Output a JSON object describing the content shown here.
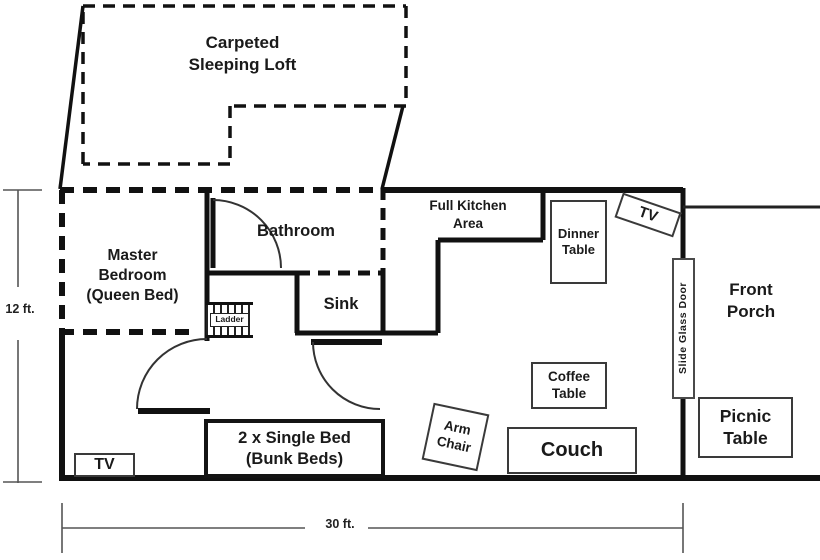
{
  "floorplan": {
    "loft": {
      "line1": "Carpeted",
      "line2": "Sleeping Loft"
    },
    "rooms": {
      "master_bedroom": {
        "line1": "Master",
        "line2": "Bedroom",
        "line3": "(Queen Bed)"
      },
      "bathroom": {
        "label": "Bathroom"
      },
      "sink": {
        "label": "Sink"
      },
      "kitchen": {
        "line1": "Full Kitchen",
        "line2": "Area"
      },
      "front_porch": {
        "line1": "Front",
        "line2": "Porch"
      }
    },
    "furniture": {
      "dinner_table": {
        "line1": "Dinner",
        "line2": "Table"
      },
      "tv_top": {
        "label": "TV"
      },
      "slide_glass_door": {
        "label": "Slide Glass Door"
      },
      "coffee_table": {
        "line1": "Coffee",
        "line2": "Table"
      },
      "couch": {
        "label": "Couch"
      },
      "arm_chair": {
        "line1": "Arm",
        "line2": "Chair"
      },
      "picnic_table": {
        "line1": "Picnic",
        "line2": "Table"
      },
      "bunk_bed": {
        "line1": "2 x Single Bed",
        "line2": "(Bunk Beds)"
      },
      "tv_bottom": {
        "label": "TV"
      },
      "ladder": {
        "label": "Ladder"
      }
    },
    "dimensions": {
      "height": "12 ft.",
      "width": "30 ft."
    },
    "colors": {
      "wall": "#111111",
      "dimension_line": "#555555",
      "background": "#ffffff"
    }
  }
}
